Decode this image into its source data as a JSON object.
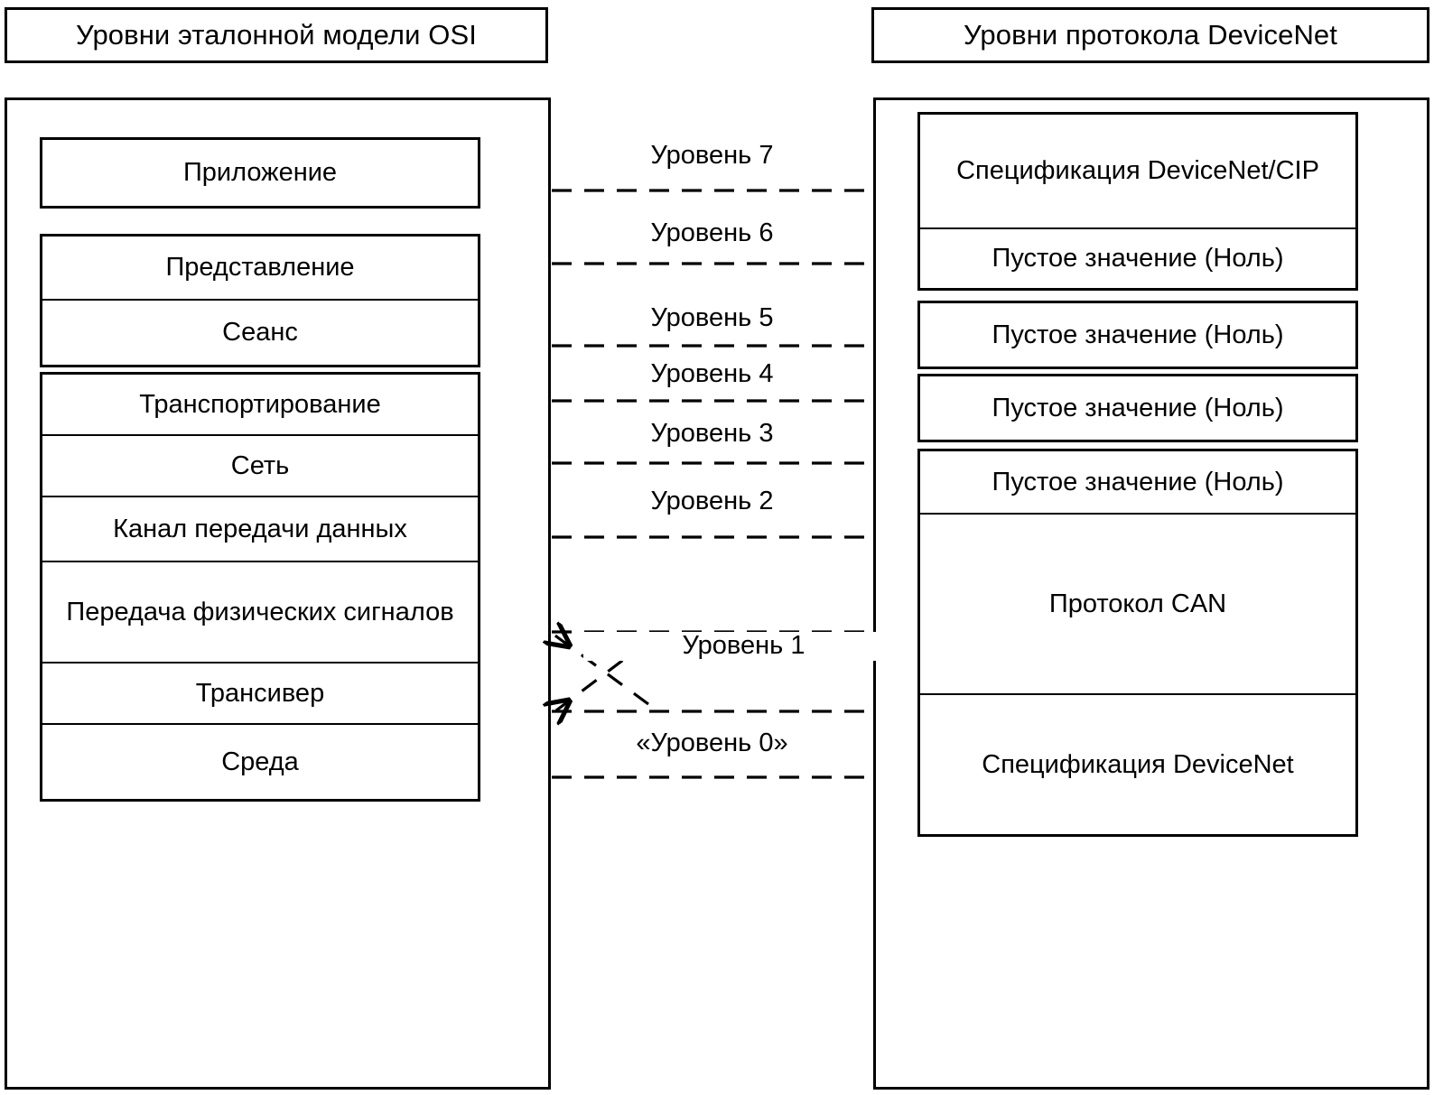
{
  "headers": {
    "left": "Уровни эталонной модели OSI",
    "right": "Уровни протокола DeviceNet"
  },
  "osi": {
    "groups": [
      {
        "cells": [
          "Приложение"
        ]
      },
      {
        "cells": [
          "Представление",
          "Сеанс"
        ]
      },
      {
        "cells": [
          "Транспортирование",
          "Сеть",
          "Канал передачи данных",
          "Передача физических сигналов",
          "Трансивер",
          "Среда"
        ]
      }
    ]
  },
  "devicenet": {
    "groups": [
      {
        "cells": [
          "Спецификация DeviceNet/CIP",
          "Пустое значение (Ноль)"
        ]
      },
      {
        "cells": [
          "Пустое значение (Ноль)"
        ]
      },
      {
        "cells": [
          "Пустое значение (Ноль)"
        ]
      },
      {
        "cells": [
          "Пустое значение (Ноль)",
          "Протокол CAN",
          "Спецификация DeviceNet"
        ]
      }
    ]
  },
  "levels": [
    {
      "label": "Уровень 7"
    },
    {
      "label": "Уровень 6"
    },
    {
      "label": "Уровень 5"
    },
    {
      "label": "Уровень 4"
    },
    {
      "label": "Уровень 3"
    },
    {
      "label": "Уровень 2"
    },
    {
      "label": "Уровень 1"
    },
    {
      "label": "«Уровень 0»"
    }
  ],
  "colors": {
    "stroke": "#000000",
    "background": "#ffffff"
  }
}
